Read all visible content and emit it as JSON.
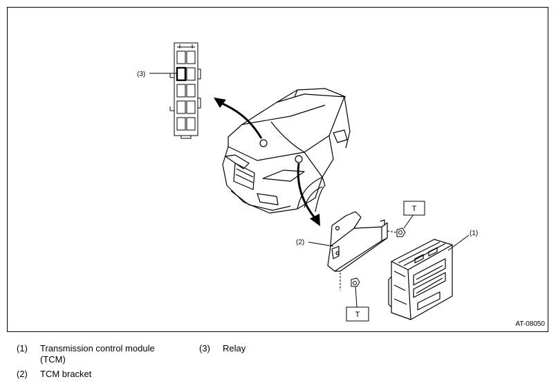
{
  "figure": {
    "id": "AT-08050",
    "callouts": {
      "tcm": "(1)",
      "bracket": "(2)",
      "relay": "(3)"
    },
    "torque_marks": [
      "T",
      "T"
    ]
  },
  "legend": [
    {
      "num": "(1)",
      "text": "Transmission control module (TCM)"
    },
    {
      "num": "(2)",
      "text": "TCM bracket"
    },
    {
      "num": "(3)",
      "text": "Relay"
    }
  ]
}
